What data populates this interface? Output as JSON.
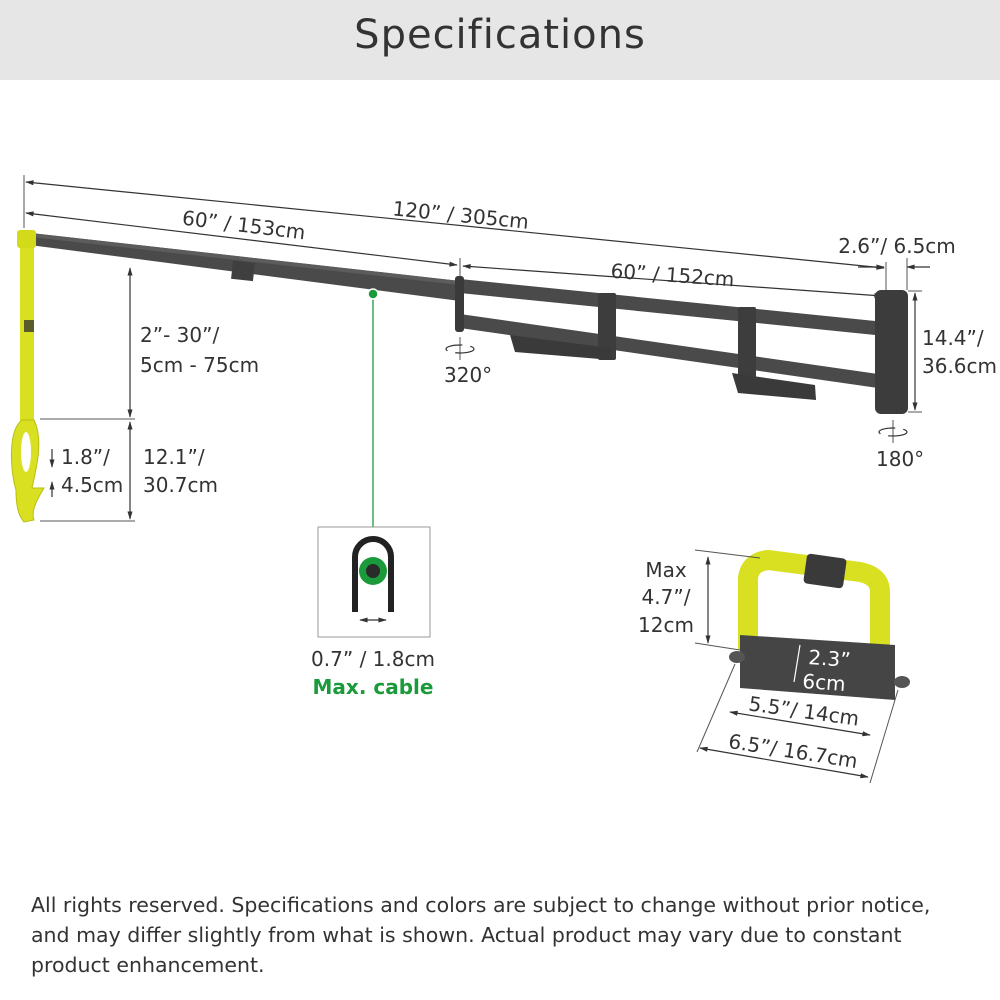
{
  "header": {
    "title": "Specifications"
  },
  "dimensions": {
    "total_length": "120” / 305cm",
    "first_arm_length": "60” / 153cm",
    "second_arm_length": "60” / 152cm",
    "wall_plate_width": "2.6”/ 6.5cm",
    "wall_plate_height_line1": "14.4”/",
    "wall_plate_height_line2": "36.6cm",
    "hook_drop_line1": "2”- 30”/",
    "hook_drop_line2": "5cm - 75cm",
    "hook_length_line1": "12.1”/",
    "hook_length_line2": "30.7cm",
    "hook_opening_line1": "1.8”/",
    "hook_opening_line2": "4.5cm",
    "elbow_rotation": "320°",
    "wall_rotation": "180°"
  },
  "cable": {
    "size": "0.7” / 1.8cm",
    "label": "Max. cable"
  },
  "tray": {
    "max_height_line1": "Max",
    "max_height_line2": "4.7”/",
    "max_height_line3": "12cm",
    "depth_line1": "2.3”",
    "depth_line2": "6cm",
    "inner_width": "5.5”/ 14cm",
    "outer_width": "6.5”/ 16.7cm"
  },
  "footer": {
    "disclaimer": "All rights reserved. Specifications and colors are subject to change without prior notice, and may differ slightly from what is shown. Actual product may vary due to constant product enhancement."
  },
  "colors": {
    "arm": "#4a4a4a",
    "strap": "#d8e021",
    "accent_green": "#1a9a3a",
    "header_bg": "#e6e6e6"
  }
}
